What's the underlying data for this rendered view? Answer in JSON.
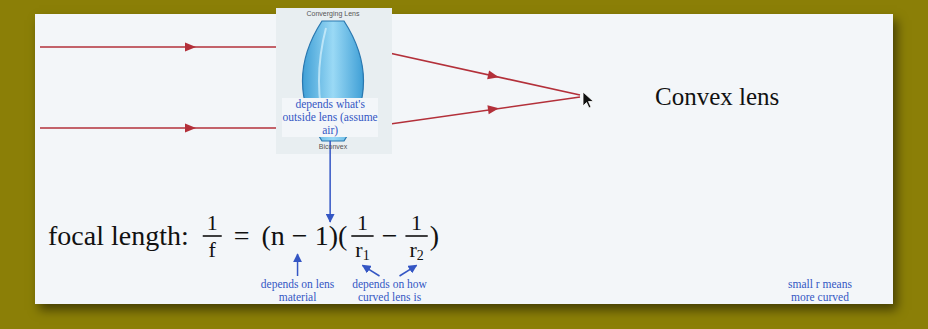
{
  "diagram": {
    "labels": [
      "Converging Lens",
      "Biconvex",
      "Convex lens",
      "depends what's outside lens (assume air)",
      "focal length:",
      "1",
      "f",
      "=",
      "(n − 1)(",
      "1",
      "r",
      "1",
      "−",
      "1",
      "r",
      "2",
      ")",
      "depends on lens material",
      "depends on how curved lens is",
      "small r means more curved"
    ]
  }
}
